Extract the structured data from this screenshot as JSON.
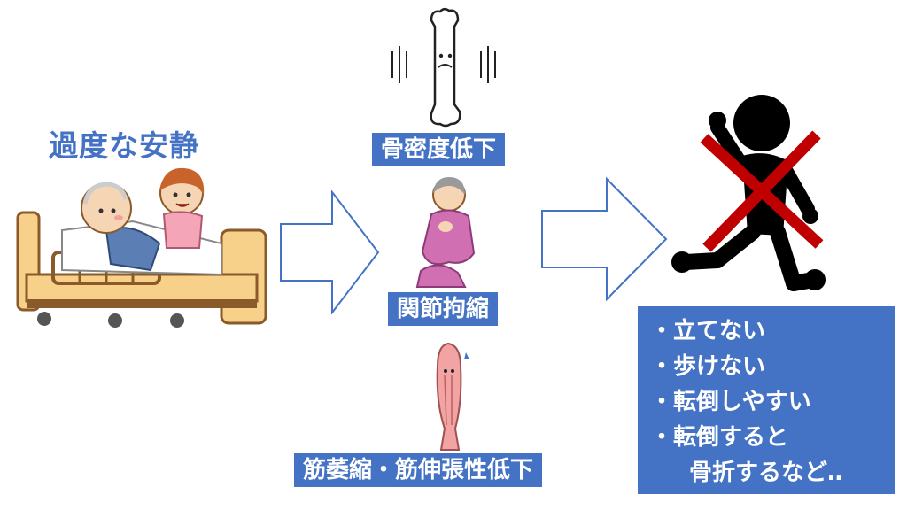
{
  "title": "過度な安静",
  "effects": {
    "bone": "骨密度低下",
    "joint": "関節拘縮",
    "muscle": "筋萎縮・筋伸張性低下"
  },
  "results": {
    "items": [
      "・立てない",
      "・歩けない",
      "・転倒しやすい",
      "・転倒すると"
    ],
    "continuation": "骨折するなど‥"
  },
  "colors": {
    "accent": "#4472c4",
    "cross": "#c00000",
    "arrow_stroke": "#4472c4"
  },
  "icons": [
    "bed-patient-illustration",
    "nurse-illustration",
    "bone-character-icon",
    "elderly-contracted-person-icon",
    "muscle-character-icon",
    "walking-person-crossed-icon"
  ]
}
